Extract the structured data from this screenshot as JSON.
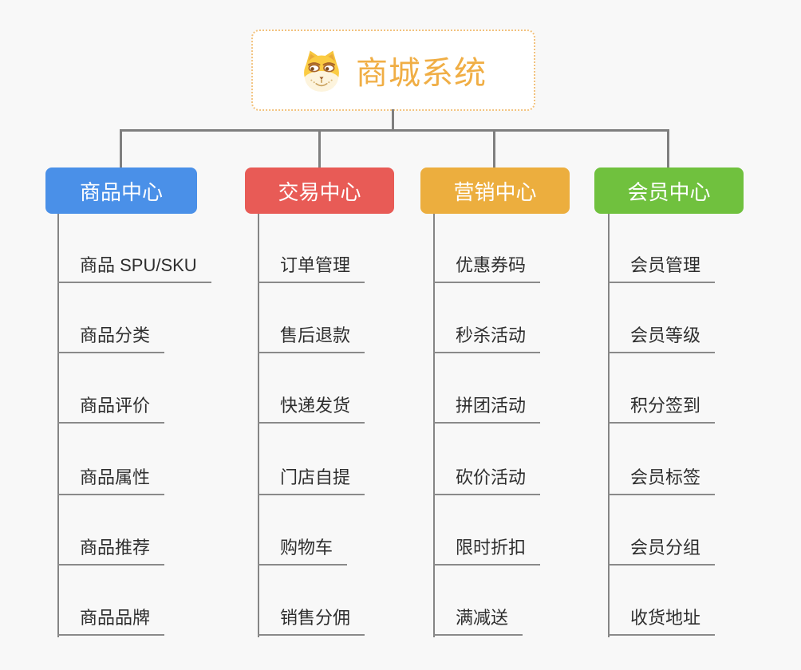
{
  "root": {
    "label": "商城系统",
    "icon": "dog-face-icon"
  },
  "branches": [
    {
      "label": "商品中心",
      "color": "#4a90e8",
      "items": [
        "商品 SPU/SKU",
        "商品分类",
        "商品评价",
        "商品属性",
        "商品推荐",
        "商品品牌"
      ]
    },
    {
      "label": "交易中心",
      "color": "#e85b56",
      "items": [
        "订单管理",
        "售后退款",
        "快递发货",
        "门店自提",
        "购物车",
        "销售分佣"
      ]
    },
    {
      "label": "营销中心",
      "color": "#ecae3e",
      "items": [
        "优惠券码",
        "秒杀活动",
        "拼团活动",
        "砍价活动",
        "限时折扣",
        "满减送"
      ]
    },
    {
      "label": "会员中心",
      "color": "#70c13e",
      "items": [
        "会员管理",
        "会员等级",
        "积分签到",
        "会员标签",
        "会员分组",
        "收货地址"
      ]
    }
  ],
  "colors": {
    "background": "#f8f8f8",
    "connector_line": "#7f7f7f",
    "leaf_underline": "#8a8a8a",
    "leaf_text": "#2e2e2e",
    "root_text": "#f0ae45",
    "root_border": "#f2c27e"
  }
}
